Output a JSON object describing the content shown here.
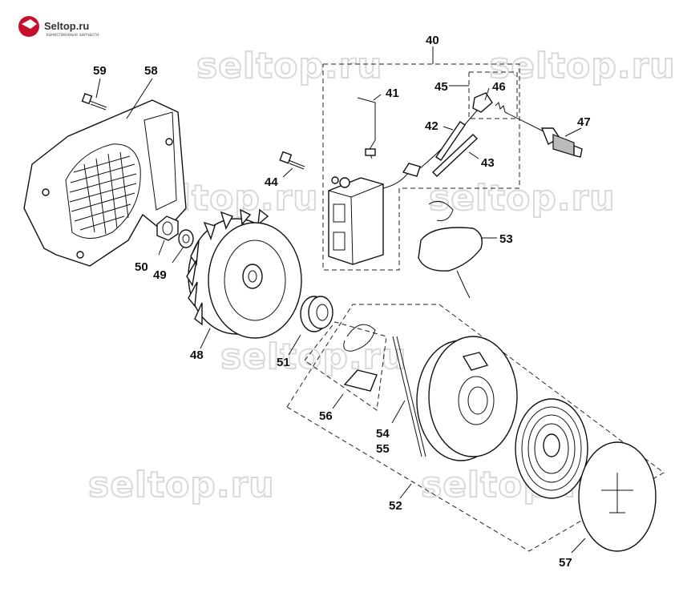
{
  "logo": {
    "name": "Seltop.ru",
    "tagline": "качественные запчасти"
  },
  "watermark": "seltop.ru",
  "callouts": {
    "p40": "40",
    "p41": "41",
    "p42": "42",
    "p43": "43",
    "p44": "44",
    "p45": "45",
    "p46": "46",
    "p47": "47",
    "p48": "48",
    "p49": "49",
    "p50": "50",
    "p51": "51",
    "p52": "52",
    "p53": "53",
    "p54": "54",
    "p55": "55",
    "p56": "56",
    "p57": "57",
    "p58": "58",
    "p59": "59"
  }
}
